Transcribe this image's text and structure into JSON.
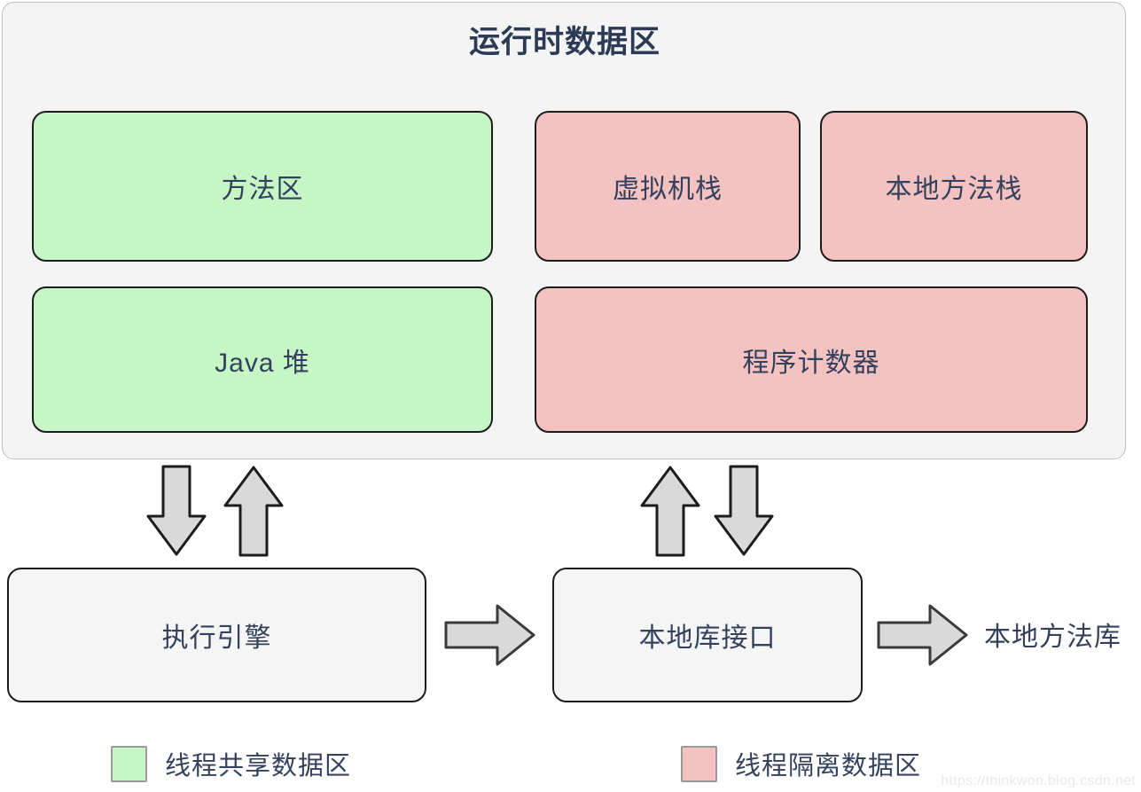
{
  "diagram": {
    "title": "运行时数据区",
    "watermark": "https://thinkwon.blog.csdn.net",
    "colors": {
      "shared_fill": "#c6f6c6",
      "isolated_fill": "#f5c2c2",
      "process_fill": "#f5f5f5",
      "container_fill": "#f4f4f4",
      "arrow_fill": "#d9d9d9",
      "stroke": "#1c1c1c",
      "text": "#33415c",
      "title_text": "#2b3a55"
    }
  },
  "runtime_area": {
    "title": "运行时数据区",
    "boxes": [
      {
        "id": "method-area",
        "label": "方法区",
        "category": "shared"
      },
      {
        "id": "vm-stack",
        "label": "虚拟机栈",
        "category": "isolated"
      },
      {
        "id": "native-stack",
        "label": "本地方法栈",
        "category": "isolated"
      },
      {
        "id": "java-heap",
        "label": "Java 堆",
        "category": "shared"
      },
      {
        "id": "pc-register",
        "label": "程序计数器",
        "category": "isolated"
      }
    ]
  },
  "arrows": [
    {
      "id": "heap-down",
      "icon": "arrow-down-icon",
      "direction": "down"
    },
    {
      "id": "heap-up",
      "icon": "arrow-up-icon",
      "direction": "up"
    },
    {
      "id": "native-up",
      "icon": "arrow-up-icon",
      "direction": "up"
    },
    {
      "id": "native-down",
      "icon": "arrow-down-icon",
      "direction": "down"
    },
    {
      "id": "engine-to-interface",
      "icon": "arrow-right-icon",
      "direction": "right"
    },
    {
      "id": "interface-to-lib",
      "icon": "arrow-right-icon",
      "direction": "right"
    }
  ],
  "bottom_row": {
    "execution_engine": "执行引擎",
    "native_interface": "本地库接口",
    "native_library": "本地方法库"
  },
  "legend": {
    "items": [
      {
        "id": "shared",
        "label": "线程共享数据区",
        "color": "#c6f6c6"
      },
      {
        "id": "isolated",
        "label": "线程隔离数据区",
        "color": "#f5c2c2"
      }
    ]
  }
}
